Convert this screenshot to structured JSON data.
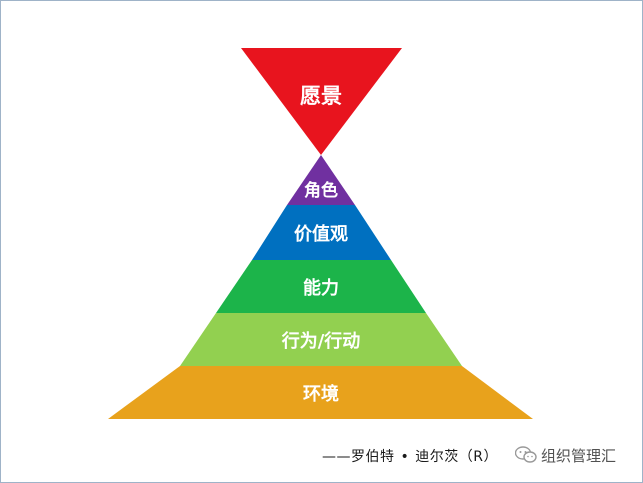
{
  "diagram": {
    "vision": {
      "label": "愿景",
      "color": "#e8141e"
    },
    "levels": [
      {
        "label": "角色",
        "color": "#7030a0"
      },
      {
        "label": "价值观",
        "color": "#0070c0"
      },
      {
        "label": "能力",
        "color": "#1cb44a"
      },
      {
        "label": "行为/行动",
        "color": "#92d050"
      },
      {
        "label": "环境",
        "color": "#e8a21c"
      }
    ]
  },
  "caption": {
    "prefix": "——罗伯特",
    "dot": "•",
    "name": "迪尔茨（R",
    "tail": "）"
  },
  "watermark": {
    "text": "组织管理汇",
    "icon": "wechat-icon"
  }
}
